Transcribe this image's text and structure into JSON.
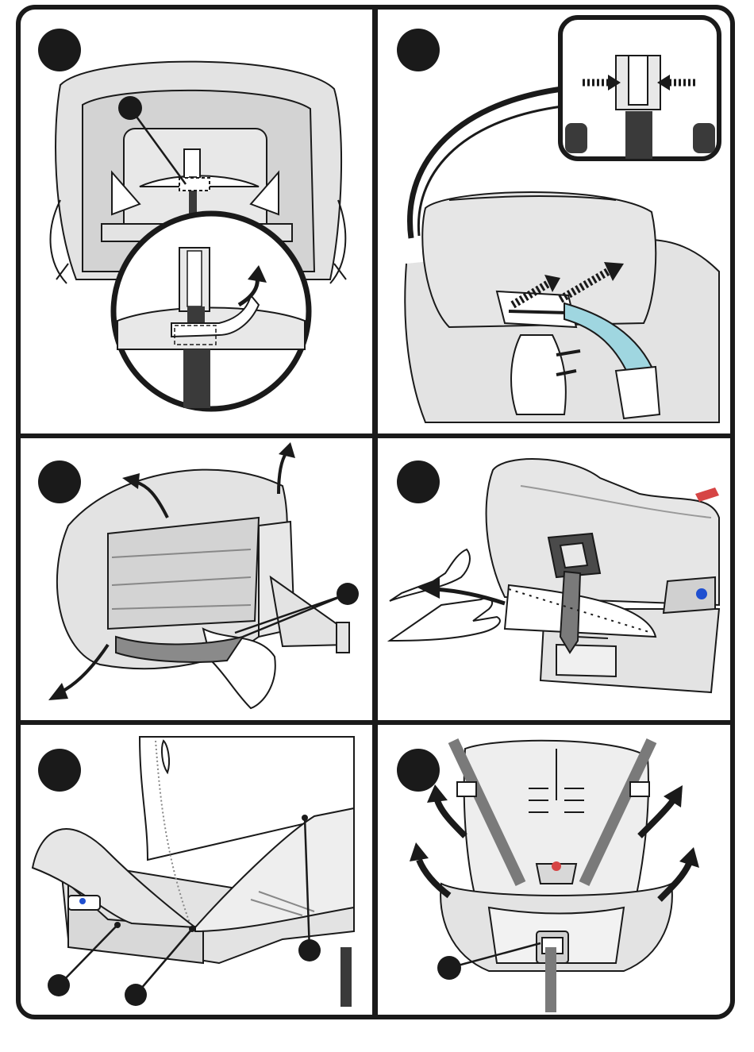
{
  "figure": {
    "colors": {
      "outline": "#1a1a1a",
      "seat_fill": "#e3e3e3",
      "seat_shadow": "#c8c8c8",
      "part_dark": "#3a3a3a",
      "strap_blue": "#9fd6e0",
      "strap_gray": "#7a7a7a",
      "indicator_blue": "#1f4fd0",
      "button_red": "#d64545"
    },
    "panels": [
      {
        "step": "detach-headrest-clip",
        "icons": [
          "step-marker",
          "callout-dot",
          "magnifier-inset",
          "curved-arrow-icon"
        ]
      },
      {
        "step": "slide-headrest-off",
        "icons": [
          "step-marker",
          "zoom-callout",
          "press-arrows-icon",
          "slide-arrows-icon"
        ]
      },
      {
        "step": "peel-cover-from-shell",
        "icons": [
          "step-marker",
          "callout-dot",
          "pull-arrows-icon"
        ]
      },
      {
        "step": "pull-cover-front-edge",
        "icons": [
          "step-marker",
          "hand-icon",
          "pull-arrow-icon"
        ]
      },
      {
        "step": "unhook-cover-side-points",
        "icons": [
          "step-marker",
          "callout-dot",
          "callout-dot",
          "callout-dot"
        ]
      },
      {
        "step": "lift-cover-from-shell",
        "icons": [
          "step-marker",
          "callout-dot",
          "lift-arrows-icon"
        ]
      }
    ]
  }
}
